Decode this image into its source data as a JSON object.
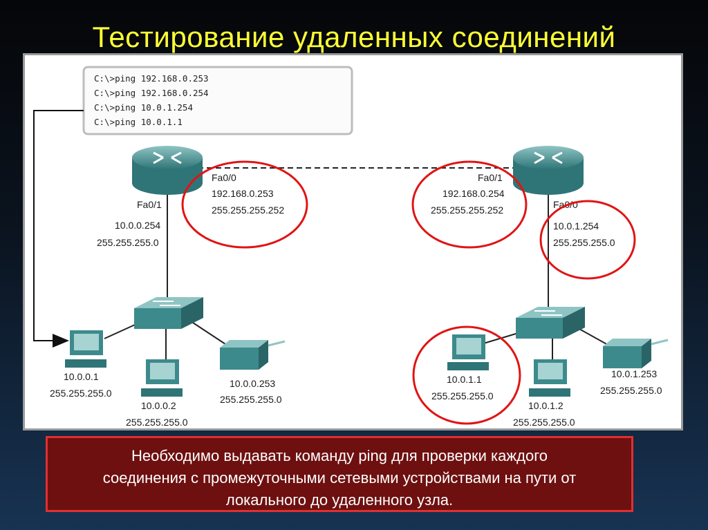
{
  "title": "Тестирование удаленных соединений",
  "commands": [
    "C:\\>ping 192.168.0.253",
    "C:\\>ping 192.168.0.254",
    "C:\\>ping 10.0.1.254",
    "C:\\>ping 10.0.1.1"
  ],
  "left_router": {
    "wan_if": "Fa0/0",
    "wan_ip": "192.168.0.253",
    "wan_mask": "255.255.255.252",
    "lan_if": "Fa0/1",
    "lan_ip": "10.0.0.254",
    "lan_mask": "255.255.255.0"
  },
  "right_router": {
    "wan_if": "Fa0/1",
    "wan_ip": "192.168.0.254",
    "wan_mask": "255.255.255.252",
    "lan_if": "Fa0/0",
    "lan_ip": "10.0.1.254",
    "lan_mask": "255.255.255.0"
  },
  "left_hosts": [
    {
      "ip": "10.0.0.1",
      "mask": "255.255.255.0"
    },
    {
      "ip": "10.0.0.2",
      "mask": "255.255.255.0"
    },
    {
      "ip": "10.0.0.253",
      "mask": "255.255.255.0"
    }
  ],
  "right_hosts": [
    {
      "ip": "10.0.1.1",
      "mask": "255.255.255.0"
    },
    {
      "ip": "10.0.1.2",
      "mask": "255.255.255.0"
    },
    {
      "ip": "10.0.1.253",
      "mask": "255.255.255.0"
    }
  ],
  "note": {
    "line1": "Необходимо  выдавать команду ping для проверки каждого",
    "line2": "соединения с  промежуточными сетевыми устройствами на пути от",
    "line3": "локального до удаленного узла."
  },
  "colors": {
    "title": "#ffff33",
    "highlight": "#e01414",
    "device": "#3d8a8c",
    "note_bg": "#6e1010"
  }
}
